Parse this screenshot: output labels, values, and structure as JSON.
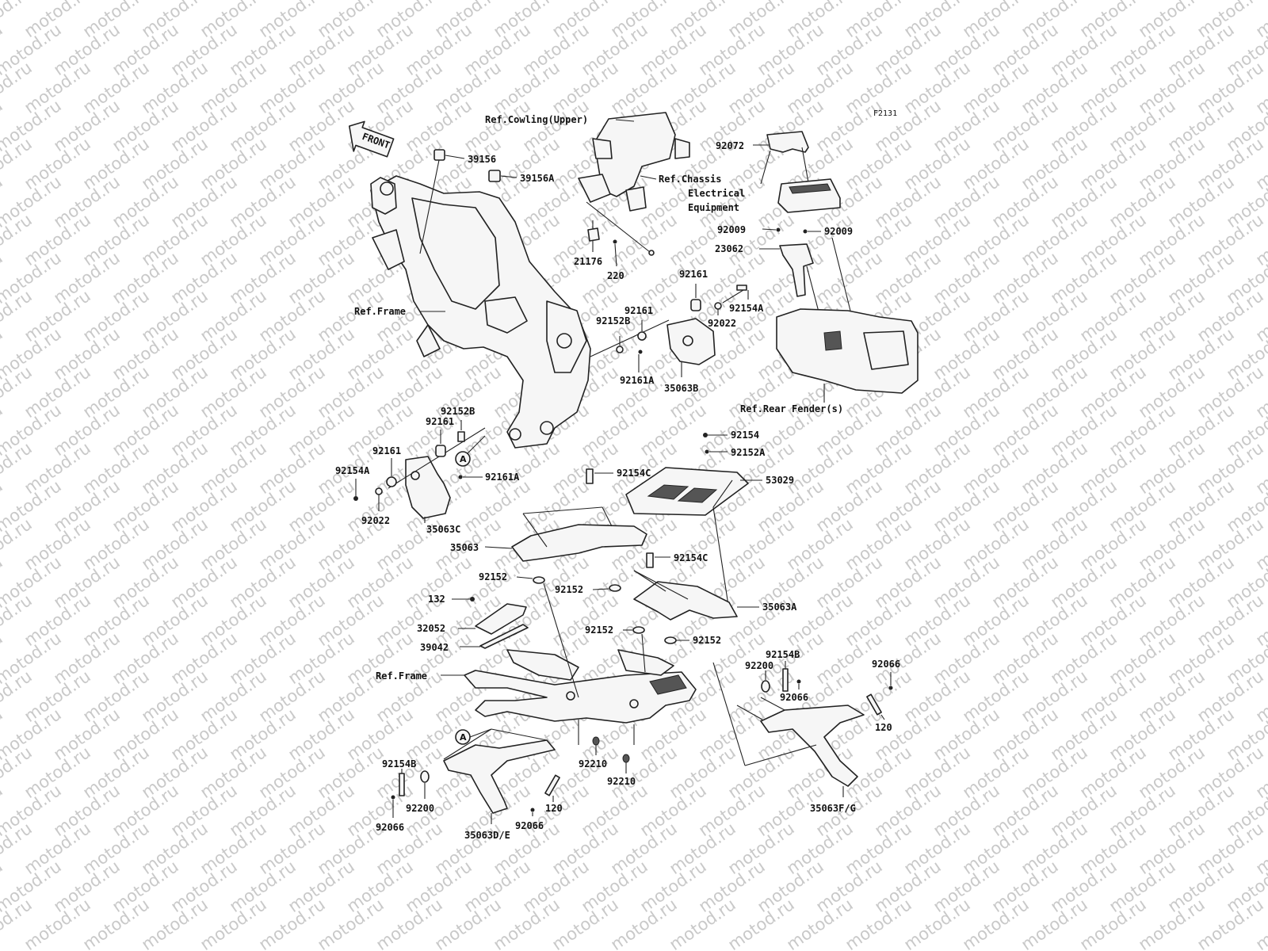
{
  "watermark": "motod.ru",
  "diagram_code": "F2131",
  "front_label": "FRONT",
  "reference_marker": "A",
  "references": {
    "cowling_upper": "Ref.Cowling(Upper)",
    "chassis_electrical_1": "Ref.Chassis",
    "chassis_electrical_2": "Electrical",
    "chassis_electrical_3": "Equipment",
    "frame_top": "Ref.Frame",
    "rear_fender": "Ref.Rear Fender(s)",
    "frame_bottom": "Ref.Frame"
  },
  "parts": {
    "p39156": "39156",
    "p39156A": "39156A",
    "p21176": "21176",
    "p220": "220",
    "p92072": "92072",
    "p92009_left": "92009",
    "p92009_right": "92009",
    "p23062": "23062",
    "p92161_top": "92161",
    "p92154A_top": "92154A",
    "p92161_mid": "92161",
    "p92152B_mid": "92152B",
    "p92022_top": "92022",
    "p92161A_mid": "92161A",
    "p35063B": "35063B",
    "p92152B_left": "92152B",
    "p92161_left1": "92161",
    "p92161_left2": "92161",
    "p92154A_left": "92154A",
    "p92161A_left": "92161A",
    "p92022_left": "92022",
    "p35063C": "35063C",
    "p92154": "92154",
    "p92152A": "92152A",
    "p92154C_1": "92154C",
    "p53029": "53029",
    "p35063": "35063",
    "p92154C_2": "92154C",
    "p92152_1": "92152",
    "p92152_2": "92152",
    "p35063A": "35063A",
    "p132": "132",
    "p92152_3": "92152",
    "p32052": "32052",
    "p92152_4": "92152",
    "p39042": "39042",
    "p92154B_right": "92154B",
    "p92200_right": "92200",
    "p92066_right1": "92066",
    "p92066_right2": "92066",
    "p120_right": "120",
    "p35063FG": "35063F/G",
    "p92154B_left": "92154B",
    "p92210_1": "92210",
    "p92210_2": "92210",
    "p92200_left": "92200",
    "p92066_left1": "92066",
    "p120_left": "120",
    "p92066_left2": "92066",
    "p35063DE": "35063D/E"
  }
}
